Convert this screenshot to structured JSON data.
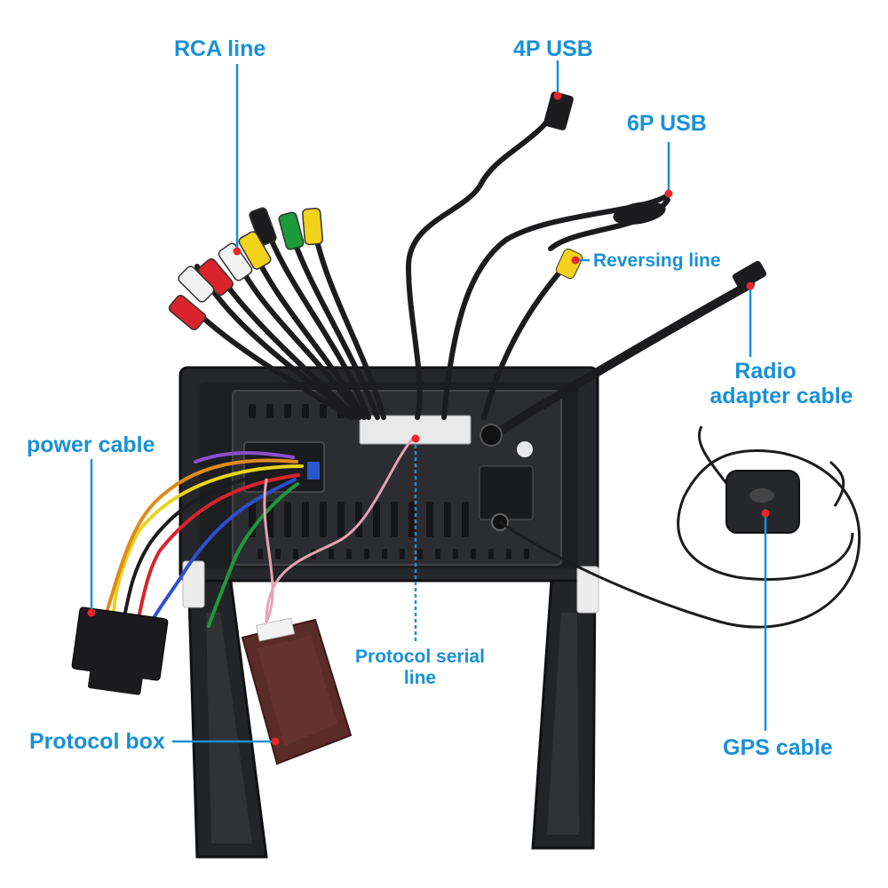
{
  "labels": {
    "rca_line": "RCA line",
    "usb_4p": "4P USB",
    "usb_6p": "6P USB",
    "reversing_line": "Reversing line",
    "radio_adapter_line1": "Radio",
    "radio_adapter_line2": "adapter cable",
    "power_cable": "power cable",
    "protocol_serial_line1": "Protocol serial",
    "protocol_serial_line2": "line",
    "protocol_box": "Protocol box",
    "gps_cable": "GPS cable"
  },
  "colors": {
    "label_text": "#1890d8",
    "pointer_line": "#1890d8",
    "pointer_dot": "#e8262b",
    "frame": "#222326",
    "cable_black": "#1c1c1e",
    "rca_red": "#d8242a",
    "rca_white": "#f2f2f2",
    "rca_yellow": "#f2d21a",
    "rca_green": "#1c9a3c",
    "wire_blue": "#2f4fd0",
    "wire_yellow": "#e8d41c",
    "wire_pink": "#e6a3b3",
    "protocol_box": "#5a2c28"
  }
}
